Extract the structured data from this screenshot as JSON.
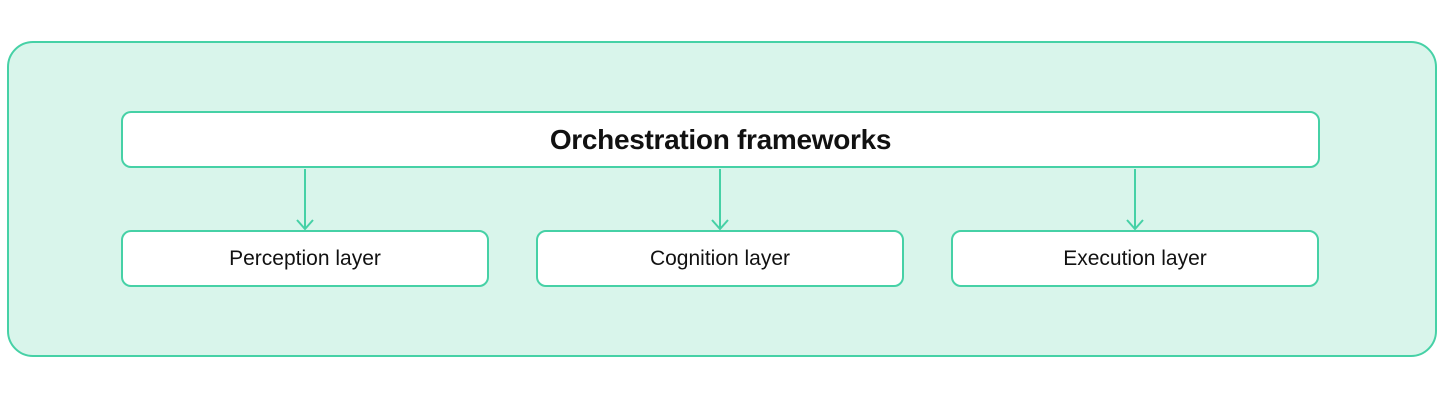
{
  "colors": {
    "accent": "#46d1a6",
    "panel_bg": "#d9f5eb",
    "box_bg": "#ffffff",
    "text": "#111111"
  },
  "diagram": {
    "title": "Orchestration frameworks",
    "layers": [
      {
        "label": "Perception layer"
      },
      {
        "label": "Cognition layer"
      },
      {
        "label": "Execution layer"
      }
    ]
  }
}
